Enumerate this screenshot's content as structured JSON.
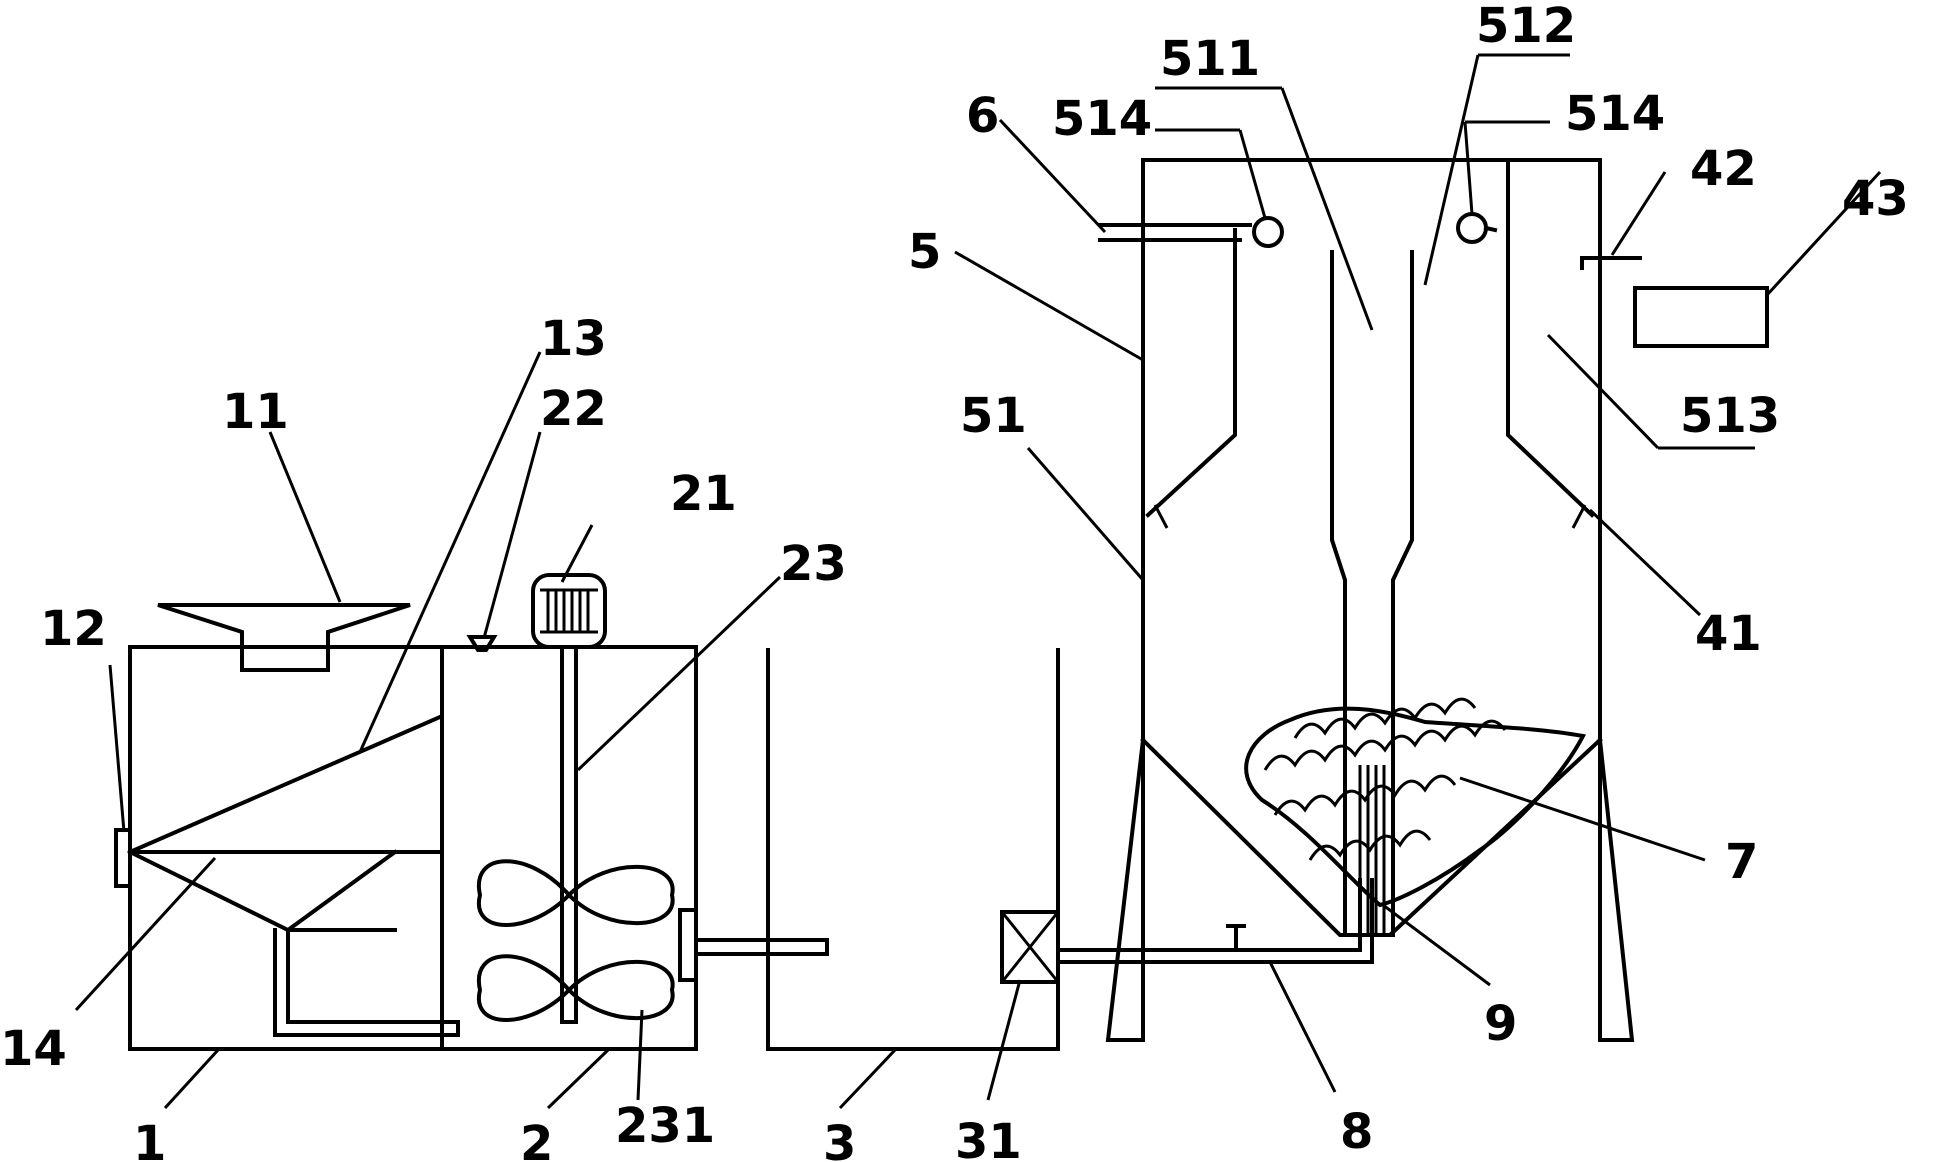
{
  "diagram": {
    "labels": {
      "l1": "1",
      "l2": "2",
      "l3": "3",
      "l5": "5",
      "l6": "6",
      "l7": "7",
      "l8": "8",
      "l9": "9",
      "l11": "11",
      "l12": "12",
      "l13": "13",
      "l14": "14",
      "l21": "21",
      "l22": "22",
      "l23": "23",
      "l231": "231",
      "l31": "31",
      "l41": "41",
      "l42": "42",
      "l43": "43",
      "l51": "51",
      "l511": "511",
      "l512": "512",
      "l513": "513",
      "l514a": "514",
      "l514b": "514"
    }
  }
}
